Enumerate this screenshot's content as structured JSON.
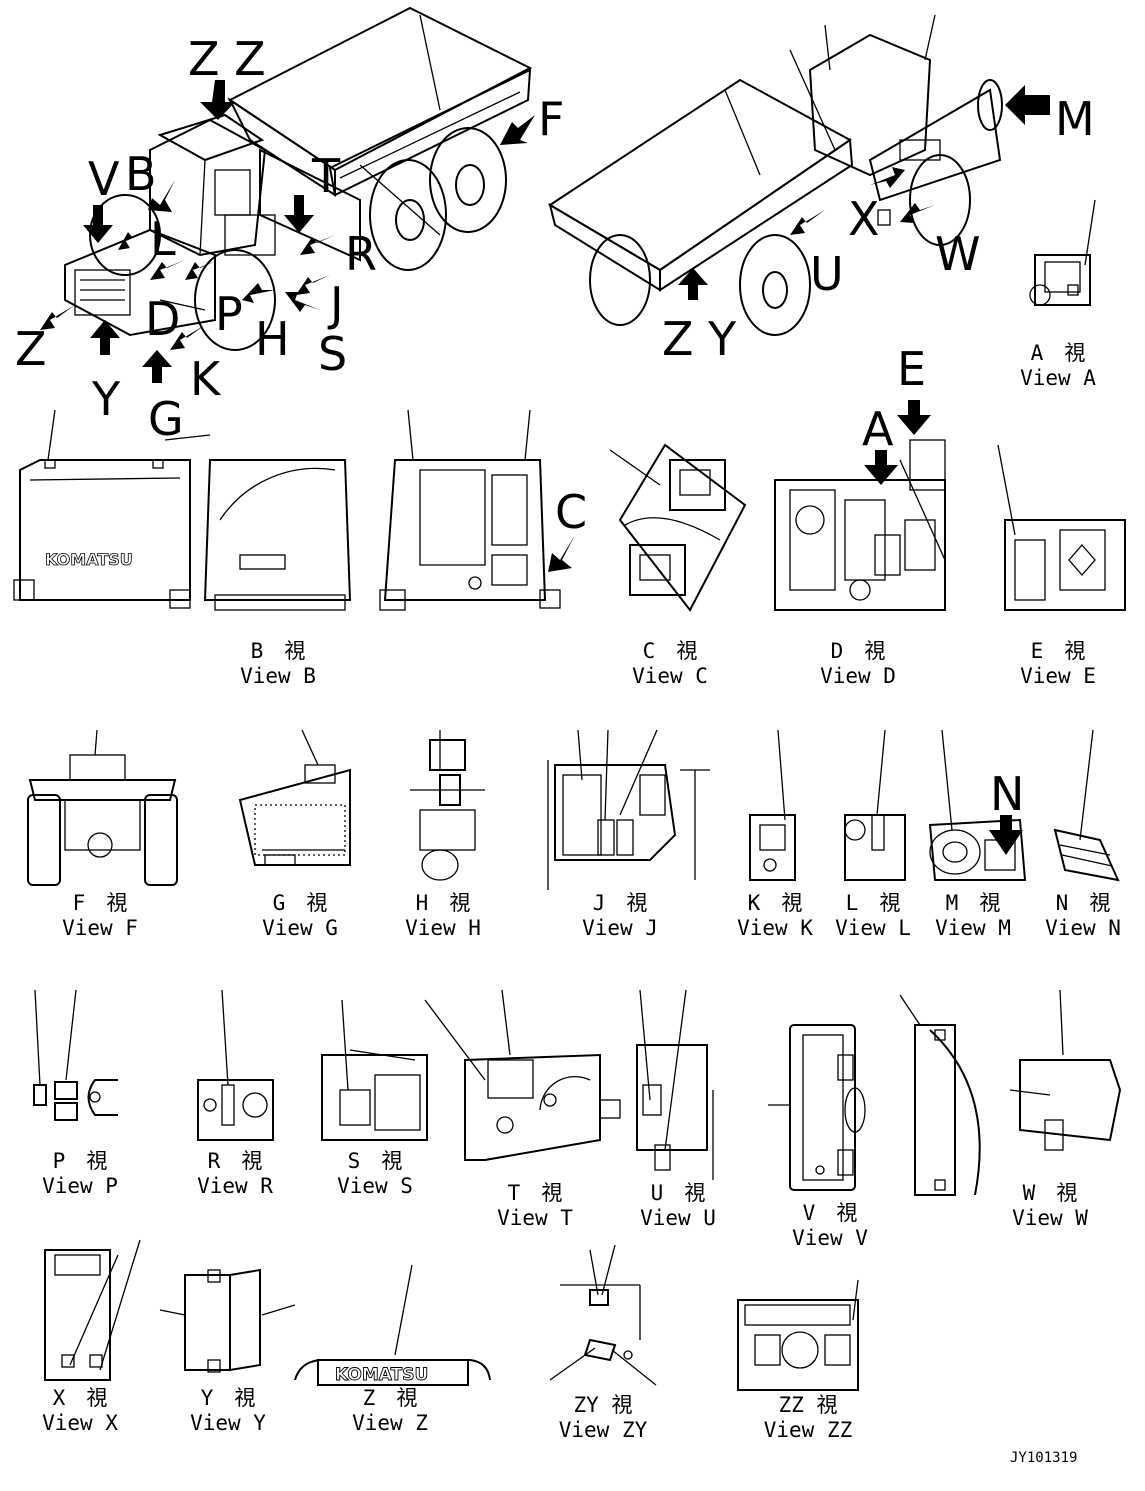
{
  "overview_labels": {
    "zz": "Z Z",
    "v": "V",
    "b": "B",
    "l": "L",
    "d": "D",
    "p": "P",
    "t": "T",
    "r": "R",
    "j": "J",
    "s": "S",
    "h": "H",
    "k": "K",
    "g": "G",
    "y": "Y",
    "z": "Z",
    "f": "F",
    "m": "M",
    "x": "X",
    "w": "W",
    "u": "U",
    "zy": "Z Y",
    "a": "A",
    "e": "E",
    "c": "C",
    "n": "N"
  },
  "views": [
    {
      "id": "A",
      "jp": "A　視",
      "en": "View A"
    },
    {
      "id": "B",
      "jp": "B　視",
      "en": "View B"
    },
    {
      "id": "C",
      "jp": "C　視",
      "en": "View C"
    },
    {
      "id": "D",
      "jp": "D　視",
      "en": "View D"
    },
    {
      "id": "E",
      "jp": "E　視",
      "en": "View E"
    },
    {
      "id": "F",
      "jp": "F　視",
      "en": "View F"
    },
    {
      "id": "G",
      "jp": "G　視",
      "en": "View G"
    },
    {
      "id": "H",
      "jp": "H　視",
      "en": "View H"
    },
    {
      "id": "J",
      "jp": "J　視",
      "en": "View J"
    },
    {
      "id": "K",
      "jp": "K　視",
      "en": "View K"
    },
    {
      "id": "L",
      "jp": "L　視",
      "en": "View L"
    },
    {
      "id": "M",
      "jp": "M　視",
      "en": "View M"
    },
    {
      "id": "N",
      "jp": "N　視",
      "en": "View N"
    },
    {
      "id": "P",
      "jp": "P　視",
      "en": "View P"
    },
    {
      "id": "R",
      "jp": "R　視",
      "en": "View R"
    },
    {
      "id": "S",
      "jp": "S　視",
      "en": "View S"
    },
    {
      "id": "T",
      "jp": "T　視",
      "en": "View T"
    },
    {
      "id": "U",
      "jp": "U　視",
      "en": "View U"
    },
    {
      "id": "V",
      "jp": "V　視",
      "en": "View V"
    },
    {
      "id": "W",
      "jp": "W　視",
      "en": "View W"
    },
    {
      "id": "X",
      "jp": "X　視",
      "en": "View X"
    },
    {
      "id": "Y",
      "jp": "Y　視",
      "en": "View Y"
    },
    {
      "id": "Z",
      "jp": "Z　視",
      "en": "View Z"
    },
    {
      "id": "ZY",
      "jp": "ZY 視",
      "en": "View ZY"
    },
    {
      "id": "ZZ",
      "jp": "ZZ 視",
      "en": "View ZZ"
    }
  ],
  "brand_text": "KOMATSU",
  "drawing_code": "JY101319"
}
